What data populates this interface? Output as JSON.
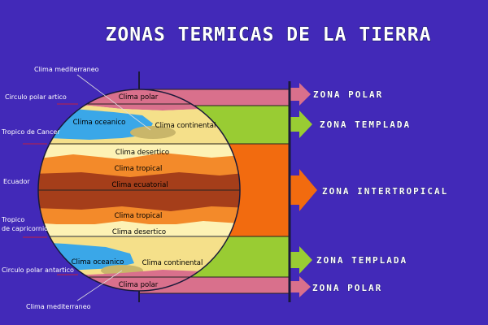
{
  "title": "ZONAS TERMICAS DE LA TIERRA",
  "zones": {
    "polar_north": "ZONA POLAR",
    "temperate_north": "ZONA TEMPLADA",
    "intertropical": "ZONA INTERTROPICAL",
    "temperate_south": "ZONA TEMPLADA",
    "polar_south": "ZONA POLAR"
  },
  "side_labels": {
    "clima_mediterraneo_top": "Clima mediterraneo",
    "circulo_polar_artico": "Circulo polar artico",
    "tropico_cancer": "Tropico de Cancer",
    "ecuador": "Ecuador",
    "tropico_capricornio_1": "Tropico",
    "tropico_capricornio_2": "de capricornio",
    "circulo_polar_antartico": "Circulo polar antartico",
    "clima_mediterraneo_bottom": "Clima mediterraneo"
  },
  "climates": {
    "polar_top": "Clima polar",
    "oceanico_top": "Clima oceanico",
    "continental_top": "Clima continental",
    "desertico_top": "Clima desertico",
    "tropical_top": "Clima tropical",
    "ecuatorial": "Clima ecuatorial",
    "tropical_bottom": "Clima tropical",
    "desertico_bottom": "Clima desertico",
    "oceanico_bottom": "Clima oceanico",
    "continental_bottom": "Clima continental",
    "polar_bottom": "Clima polar"
  },
  "colors": {
    "background": "#4229b8",
    "polar": "#d9708c",
    "templada": "#99cc33",
    "intertropical": "#f26b0f",
    "oceanico": "#3aa7e8",
    "continental": "#f5e08a",
    "desertico": "#fdf2b5",
    "tropical": "#f38a2a",
    "ecuatorial": "#a53e1a",
    "axis": "#1a1a3a"
  }
}
